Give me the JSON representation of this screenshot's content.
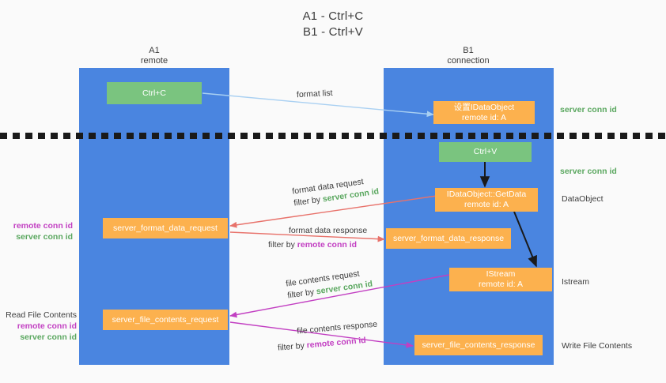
{
  "title": {
    "line1": "A1 - Ctrl+C",
    "line2": "B1 - Ctrl+V"
  },
  "columns": [
    {
      "name": "A1",
      "sub": "remote"
    },
    {
      "name": "B1",
      "sub": "connection"
    }
  ],
  "nodes": {
    "ctrl_c": {
      "label": "Ctrl+C"
    },
    "set_dataobject": {
      "line1": "设置IDataObject",
      "line2": "remote id: A"
    },
    "ctrl_v": {
      "label": "Ctrl+V"
    },
    "getdata": {
      "line1": "IDataObject::GetData",
      "line2": "remote id: A"
    },
    "format_data_request": {
      "label": "server_format_data_request"
    },
    "format_data_response": {
      "label": "server_format_data_response"
    },
    "istream": {
      "line1": "IStream",
      "line2": "remote id: A"
    },
    "file_contents_request": {
      "label": "server_file_contents_request"
    },
    "file_contents_response": {
      "label": "server_file_contents_response"
    }
  },
  "edges": {
    "format_list": {
      "label": "format list"
    },
    "format_data_request": {
      "line1": "format data request",
      "filter_prefix": "filter by ",
      "filter_value": "server conn id"
    },
    "format_data_response": {
      "line1": "format data response",
      "filter_prefix": "filter by ",
      "filter_value": "remote conn id"
    },
    "file_contents_request": {
      "line1": "file contents request",
      "filter_prefix": "filter by ",
      "filter_value": "server conn id"
    },
    "file_contents_response": {
      "line1": "file contents response",
      "filter_prefix": "filter by ",
      "filter_value": "remote conn id"
    }
  },
  "right_labels": {
    "server_conn_id_1": "server conn id",
    "server_conn_id_2": "server conn id",
    "dataobject": "DataObject",
    "istream": "Istream",
    "write_file_contents": "Write File Contents"
  },
  "left_labels": {
    "remote_conn_id_1": "remote conn id",
    "server_conn_id_1": "server conn id",
    "read_file_contents": "Read File Contents",
    "remote_conn_id_2": "remote conn id",
    "server_conn_id_2": "server conn id"
  },
  "colors": {
    "lane": "#4a85e0",
    "node_green": "#7ac47f",
    "node_orange": "#fcb14e",
    "arrow_light_blue": "#a9d0f2",
    "arrow_red": "#e8726b",
    "arrow_purple": "#c23fc2",
    "arrow_black": "#1a1a1a",
    "text_green": "#5aa75f",
    "text_purple": "#c23fc2",
    "background": "#fafafa",
    "divider": "#1a1a1a"
  }
}
